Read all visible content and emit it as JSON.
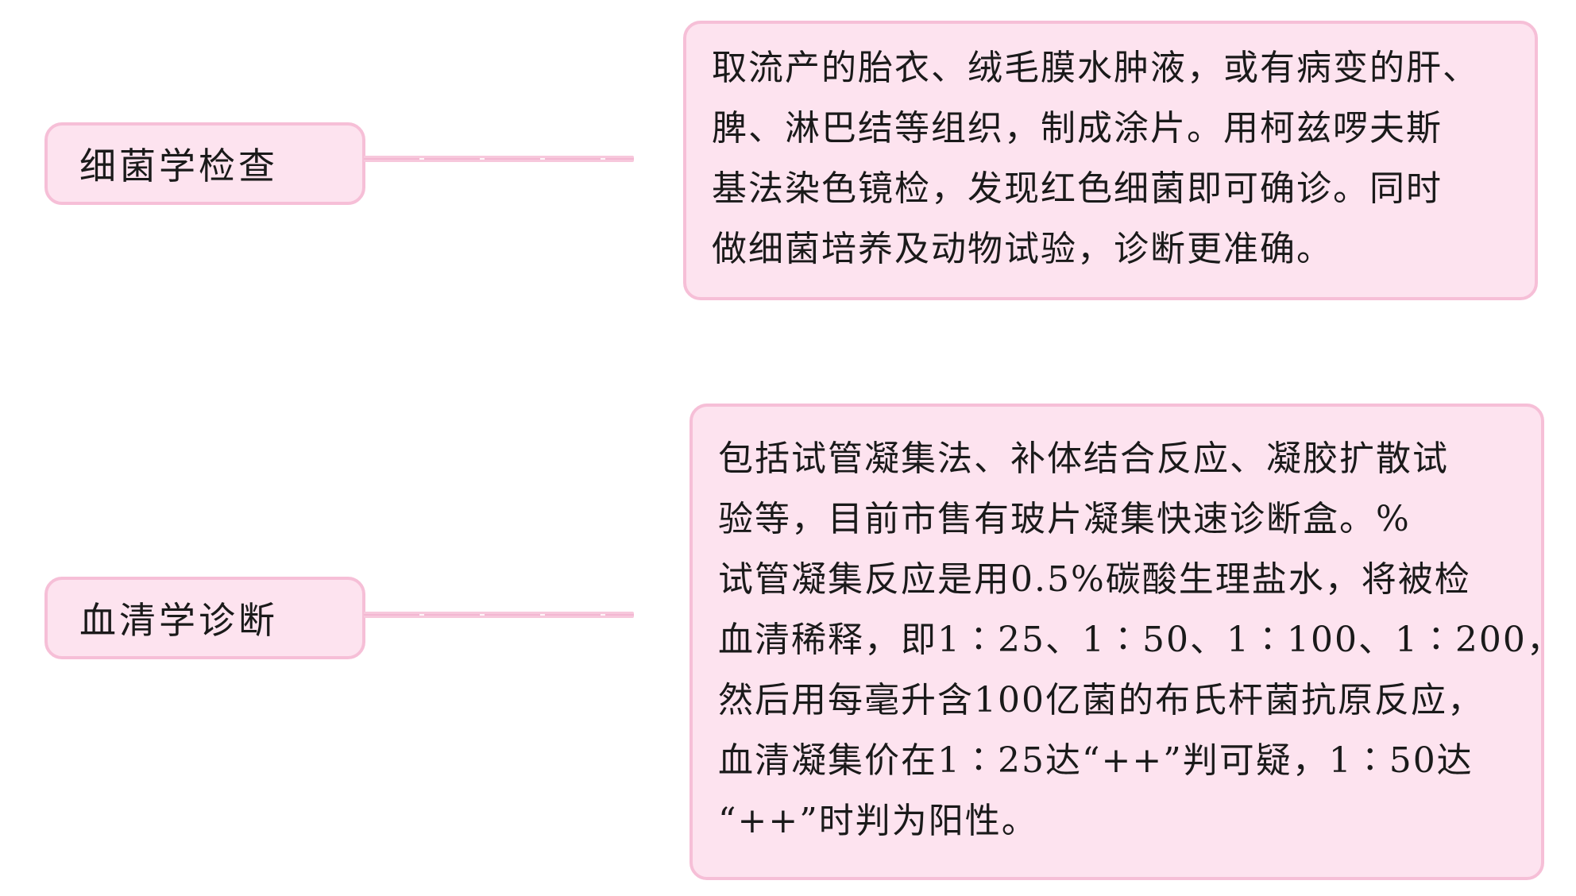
{
  "nodes": [
    {
      "label": "细菌学检查",
      "detail_lines": [
        "取流产的胎衣、绒毛膜水肿液，或有病变的肝、",
        "脾、淋巴结等组织，制成涂片。用柯兹啰夫斯",
        "基法染色镜检，发现红色细菌即可确诊。同时",
        "做细菌培养及动物试验，诊断更准确。"
      ]
    },
    {
      "label": "血清学诊断",
      "detail_lines": [
        "包括试管凝集法、补体结合反应、凝胶扩散试",
        "验等，目前市售有玻片凝集快速诊断盒。%",
        "试管凝集反应是用0.5%碳酸生理盐水，将被检",
        "血清稀释，即1∶25、1∶50、1∶100、1∶200，",
        "然后用每毫升含100亿菌的布氏杆菌抗原反应，",
        "血清凝集价在1∶25达“++”判可疑，1∶50达",
        "“++”时判为阳性。"
      ]
    }
  ],
  "colors": {
    "box_fill": "#fde3ef",
    "box_border": "#f6bfd7",
    "connector": "#f7c8dc"
  }
}
